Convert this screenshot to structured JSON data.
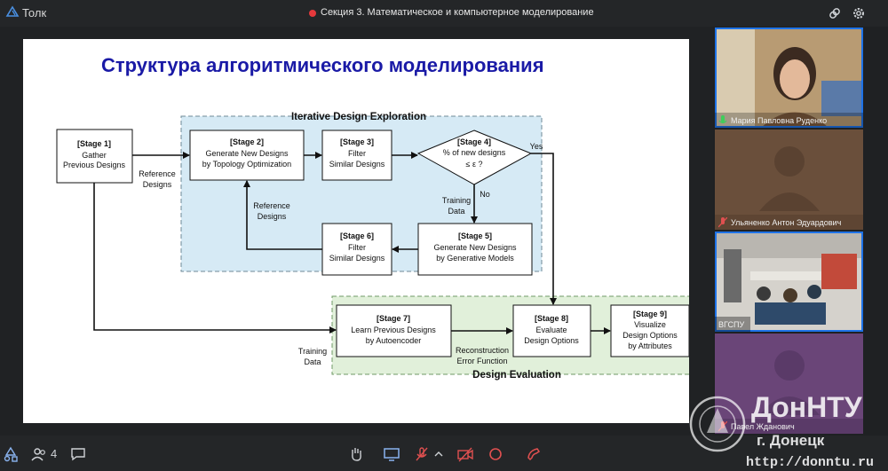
{
  "app": {
    "name": "Толк"
  },
  "meeting": {
    "title": "Секция 3. Математическое и компьютерное моделирование"
  },
  "slide": {
    "title": "Структура алгоритмического  моделирования",
    "regions": {
      "iterative": "Iterative Design Exploration",
      "evaluation": "Design Evaluation"
    },
    "stages": [
      {
        "id": "[Stage 1]",
        "lines": [
          "Gather",
          "Previous Designs"
        ]
      },
      {
        "id": "[Stage 2]",
        "lines": [
          "Generate New Designs",
          "by Topology Optimization"
        ]
      },
      {
        "id": "[Stage 3]",
        "lines": [
          "Filter",
          "Similar Designs"
        ]
      },
      {
        "id": "[Stage 4]",
        "lines": [
          "% of new designs",
          "≤ ε ?"
        ]
      },
      {
        "id": "[Stage 5]",
        "lines": [
          "Generate New Designs",
          "by Generative Models"
        ]
      },
      {
        "id": "[Stage 6]",
        "lines": [
          "Filter",
          "Similar Designs"
        ]
      },
      {
        "id": "[Stage 7]",
        "lines": [
          "Learn Previous Designs",
          "by Autoencoder"
        ]
      },
      {
        "id": "[Stage 8]",
        "lines": [
          "Evaluate",
          "Design Options"
        ]
      },
      {
        "id": "[Stage 9]",
        "lines": [
          "Visualize",
          "Design Options",
          "by Attributes"
        ]
      }
    ],
    "edge_labels": {
      "ref1": [
        "Reference",
        "Designs"
      ],
      "ref2": [
        "Reference",
        "Designs"
      ],
      "training1": [
        "Training",
        "Data"
      ],
      "training2": [
        "Training",
        "Data"
      ],
      "reconstruction": [
        "Reconstruction",
        "Error Function"
      ],
      "yes": "Yes",
      "no": "No"
    }
  },
  "participants": [
    {
      "name": "Мария Павловна Руденко",
      "mic": "on",
      "active": true
    },
    {
      "name": "Ульяненко Антон Эдуардович",
      "mic": "muted",
      "active": false
    },
    {
      "name": "ВГСПУ",
      "mic": "none",
      "active": true
    },
    {
      "name": "Павел Жданович",
      "mic": "muted",
      "active": false
    }
  ],
  "toolbar": {
    "participant_count": "4"
  },
  "watermark": {
    "name": "ДонНТУ",
    "city": "г. Донецк",
    "url": "http://donntu.ru"
  },
  "colors": {
    "accent": "#1e73e8",
    "record": "#e5393c",
    "iter_bg": "#d6eaf5",
    "eval_bg": "#e1f0da",
    "title": "#1a1aa6"
  }
}
